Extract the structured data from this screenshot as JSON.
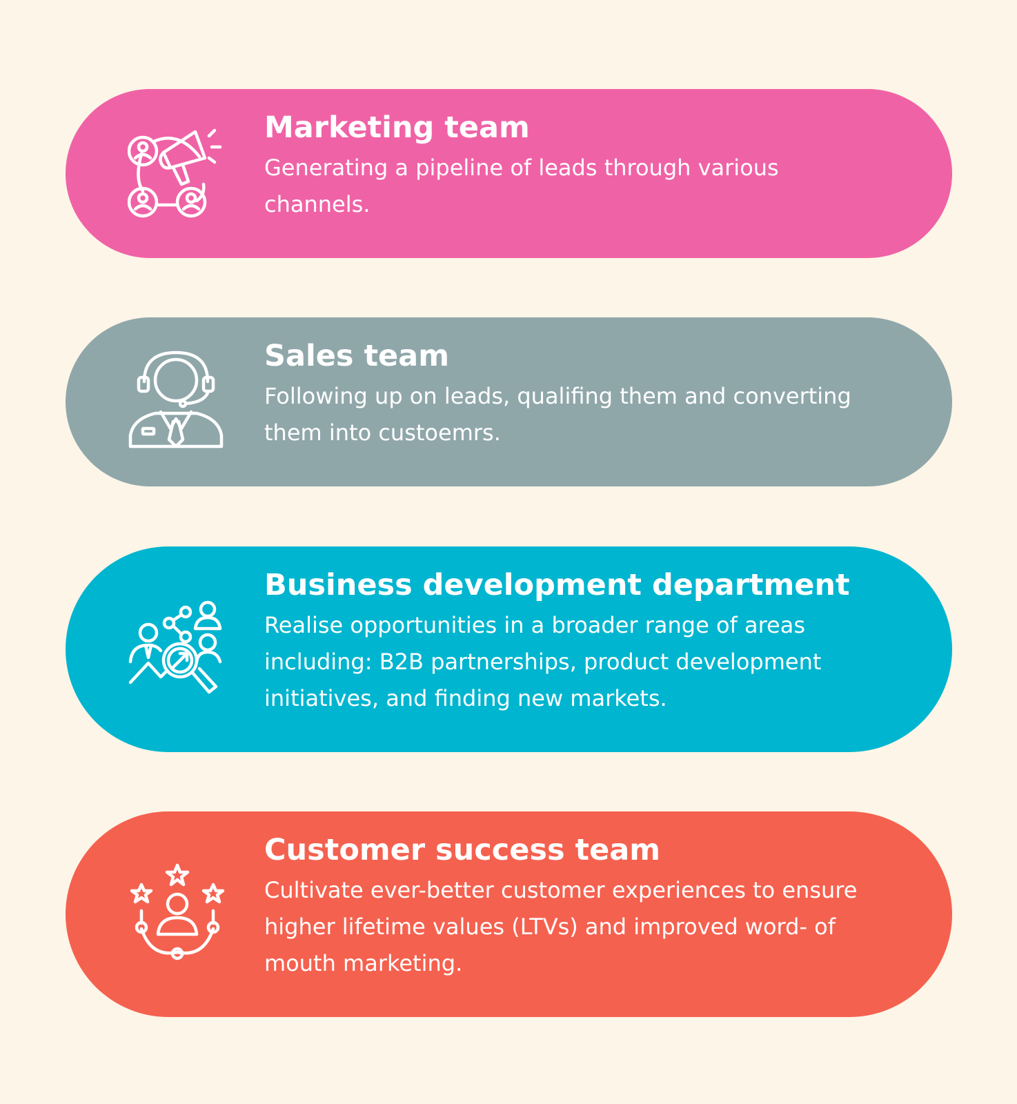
{
  "colors": {
    "background": "#fdf5e7",
    "marketing": "#f062a6",
    "sales": "#90a7aa",
    "business_development": "#00b5cf",
    "customer_success": "#f5614f",
    "text": "#ffffff"
  },
  "cards": [
    {
      "icon": "megaphone-network-icon",
      "title": "Marketing team",
      "description": "Generating a pipeline of leads through various channels."
    },
    {
      "icon": "headset-agent-icon",
      "title": "Sales team",
      "description": "Following up on leads, qualifing them and converting them into custoemrs."
    },
    {
      "icon": "opportunity-search-icon",
      "title": "Business development department",
      "description": "Realise opportunities in a broader range of areas including: B2B partnerships, product development initiatives, and finding new markets."
    },
    {
      "icon": "customer-stars-icon",
      "title": "Customer success team",
      "description": "Cultivate ever-better customer experiences to ensure higher lifetime values (LTVs) and improved word- of mouth marketing."
    }
  ]
}
